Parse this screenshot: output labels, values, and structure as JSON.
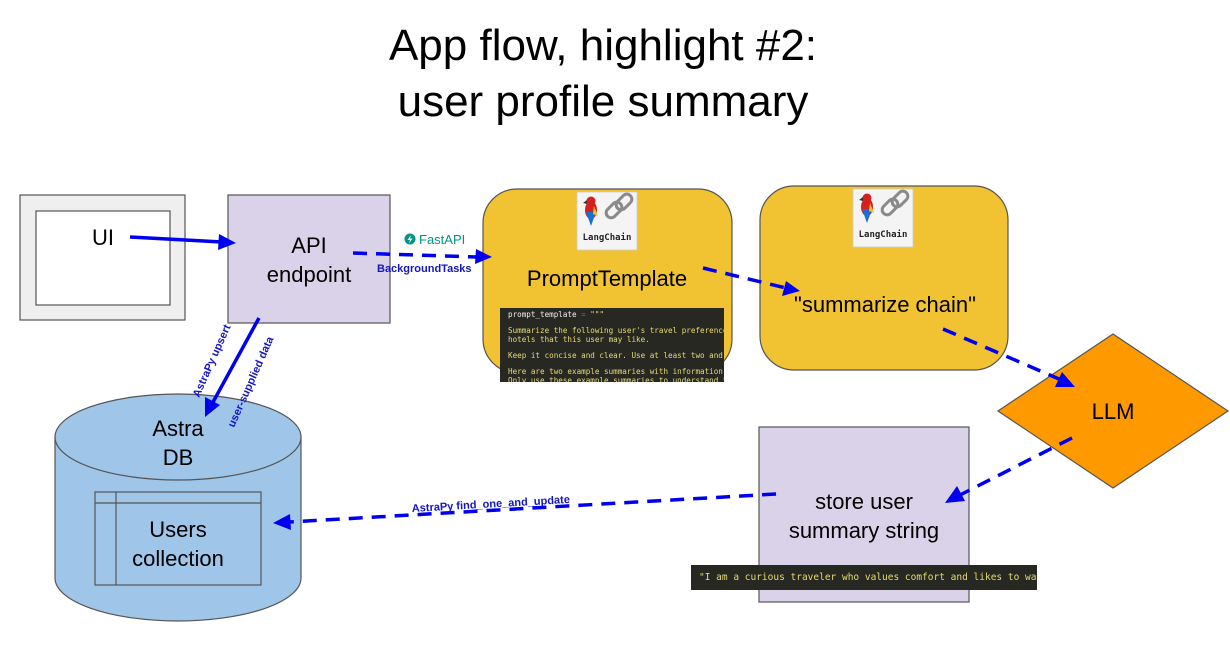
{
  "title": {
    "line1": "App flow, highlight #2:",
    "line2": "user profile summary"
  },
  "nodes": {
    "ui": "UI",
    "api_line1": "API",
    "api_line2": "endpoint",
    "prompt_template": "PromptTemplate",
    "summarize_chain": "\"summarize chain\"",
    "llm": "LLM",
    "store_line1": "store user",
    "store_line2": "summary string",
    "astra_line1": "Astra",
    "astra_line2": "DB",
    "users_line1": "Users",
    "users_line2": "collection"
  },
  "badges": {
    "langchain_1": "LangChain",
    "langchain_2": "LangChain",
    "fastapi": "FastAPI"
  },
  "edge_labels": {
    "background_tasks": "BackgroundTasks",
    "astrapy_upsert": "AstraPy upsert",
    "user_supplied_data": "user-supplied data",
    "find_one_and_update": "AstraPy find_one_and_update"
  },
  "code_snippet": {
    "line_var": "prompt_template",
    "line_eq": " = ",
    "line_quotes": "\"\"\"",
    "lines": [
      "Summarize the following user's travel preferences,",
      "hotels that this user may like.",
      "",
      "Keep it concise and clear. Use at least two and at",
      "",
      "Here are two example summaries with information th",
      "Only use these example summaries to understand the"
    ]
  },
  "summary_string": "\"I am a curious traveler who values comfort and likes to wal",
  "colors": {
    "arrow": "#0000ee",
    "lavender": "#d9d2e9",
    "gold": "#f1c232",
    "orange": "#ff9900",
    "db_blue": "#9fc5e8",
    "code_bg": "#272822"
  },
  "icons": [
    "parrot-icon",
    "chain-link-icon",
    "fastapi-logo-icon"
  ]
}
